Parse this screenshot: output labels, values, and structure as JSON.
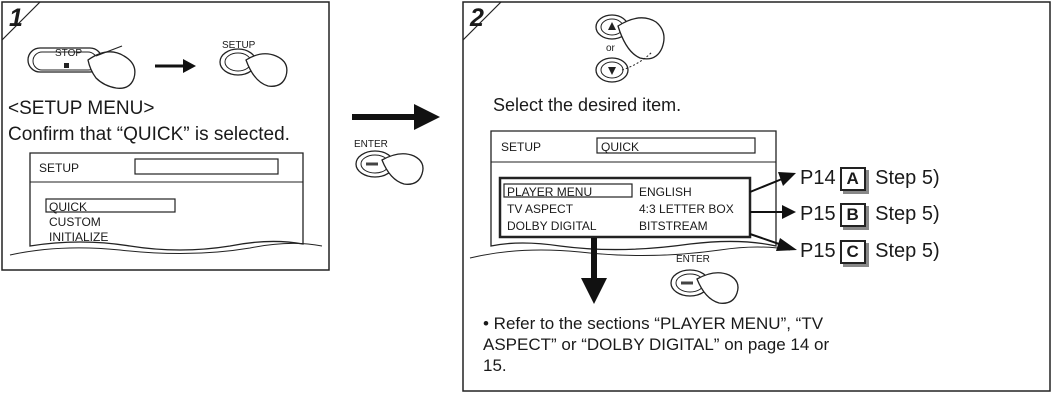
{
  "step1": {
    "number": "1",
    "stop_label": "STOP",
    "setup_label": "SETUP",
    "menu_heading": "<SETUP MENU>",
    "instruction": "Confirm that “QUICK” is selected.",
    "screen": {
      "title": "SETUP",
      "items": [
        "QUICK",
        "CUSTOM",
        "INITIALIZE"
      ]
    }
  },
  "middle": {
    "enter_label": "ENTER"
  },
  "step2": {
    "number": "2",
    "or_label": "or",
    "instruction": "Select the desired item.",
    "screen": {
      "title": "SETUP",
      "mode": "QUICK",
      "rows": [
        {
          "item": "PLAYER MENU",
          "value": "ENGLISH"
        },
        {
          "item": "TV ASPECT",
          "value": "4:3 LETTER BOX"
        },
        {
          "item": "DOLBY DIGITAL",
          "value": "BITSTREAM"
        }
      ]
    },
    "references": [
      {
        "page": "P14",
        "letter": "A",
        "step": "Step 5)"
      },
      {
        "page": "P15",
        "letter": "B",
        "step": "Step 5)"
      },
      {
        "page": "P15",
        "letter": "C",
        "step": "Step 5)"
      }
    ],
    "enter_label": "ENTER",
    "note": "• Refer to the sections “PLAYER MENU”, “TV ASPECT” or “DOLBY DIGITAL” on page 14 or 15."
  }
}
